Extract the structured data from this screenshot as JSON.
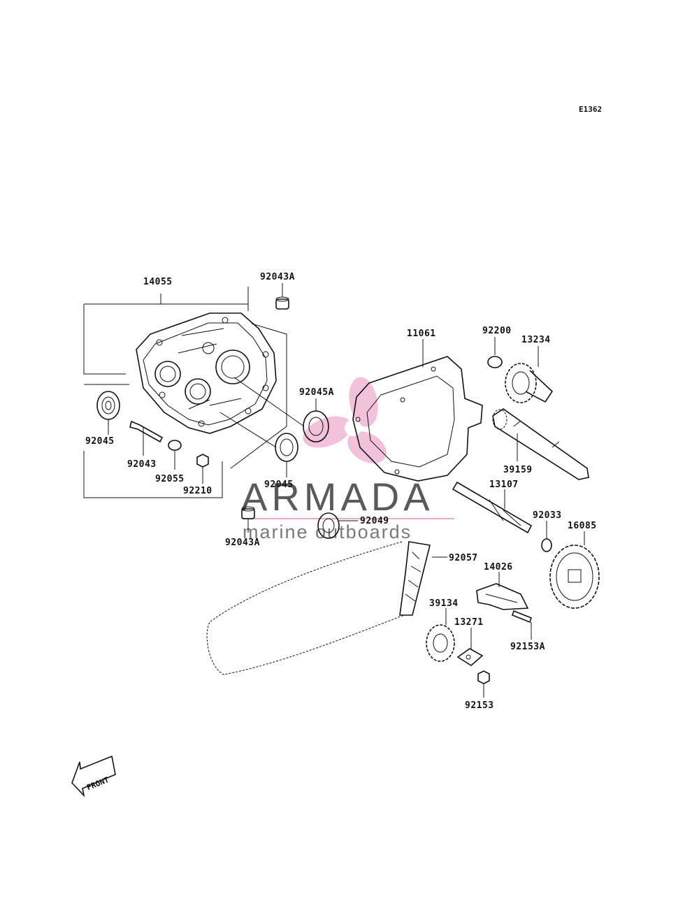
{
  "diagram_code": "E1362",
  "front_label": "FRONT",
  "watermark": {
    "brand": "ARMADA",
    "tagline": "marine outboards",
    "brand_color": "#5a5a5a",
    "accent_color": "#e8a9c8"
  },
  "parts": [
    {
      "id": "p14055",
      "number": "14055"
    },
    {
      "id": "p92043A_top",
      "number": "92043A"
    },
    {
      "id": "p11061",
      "number": "11061"
    },
    {
      "id": "p92200",
      "number": "92200"
    },
    {
      "id": "p13234",
      "number": "13234"
    },
    {
      "id": "p92045A",
      "number": "92045A"
    },
    {
      "id": "p92045_left",
      "number": "92045"
    },
    {
      "id": "p92043",
      "number": "92043"
    },
    {
      "id": "p92055",
      "number": "92055"
    },
    {
      "id": "p92210",
      "number": "92210"
    },
    {
      "id": "p92045_mid",
      "number": "92045"
    },
    {
      "id": "p39159",
      "number": "39159"
    },
    {
      "id": "p13107",
      "number": "13107"
    },
    {
      "id": "p92049",
      "number": "92049"
    },
    {
      "id": "p92043A_bot",
      "number": "92043A"
    },
    {
      "id": "p92033",
      "number": "92033"
    },
    {
      "id": "p16085",
      "number": "16085"
    },
    {
      "id": "p92057",
      "number": "92057"
    },
    {
      "id": "p14026",
      "number": "14026"
    },
    {
      "id": "p39134",
      "number": "39134"
    },
    {
      "id": "p13271",
      "number": "13271"
    },
    {
      "id": "p92153A",
      "number": "92153A"
    },
    {
      "id": "p92153",
      "number": "92153"
    }
  ]
}
